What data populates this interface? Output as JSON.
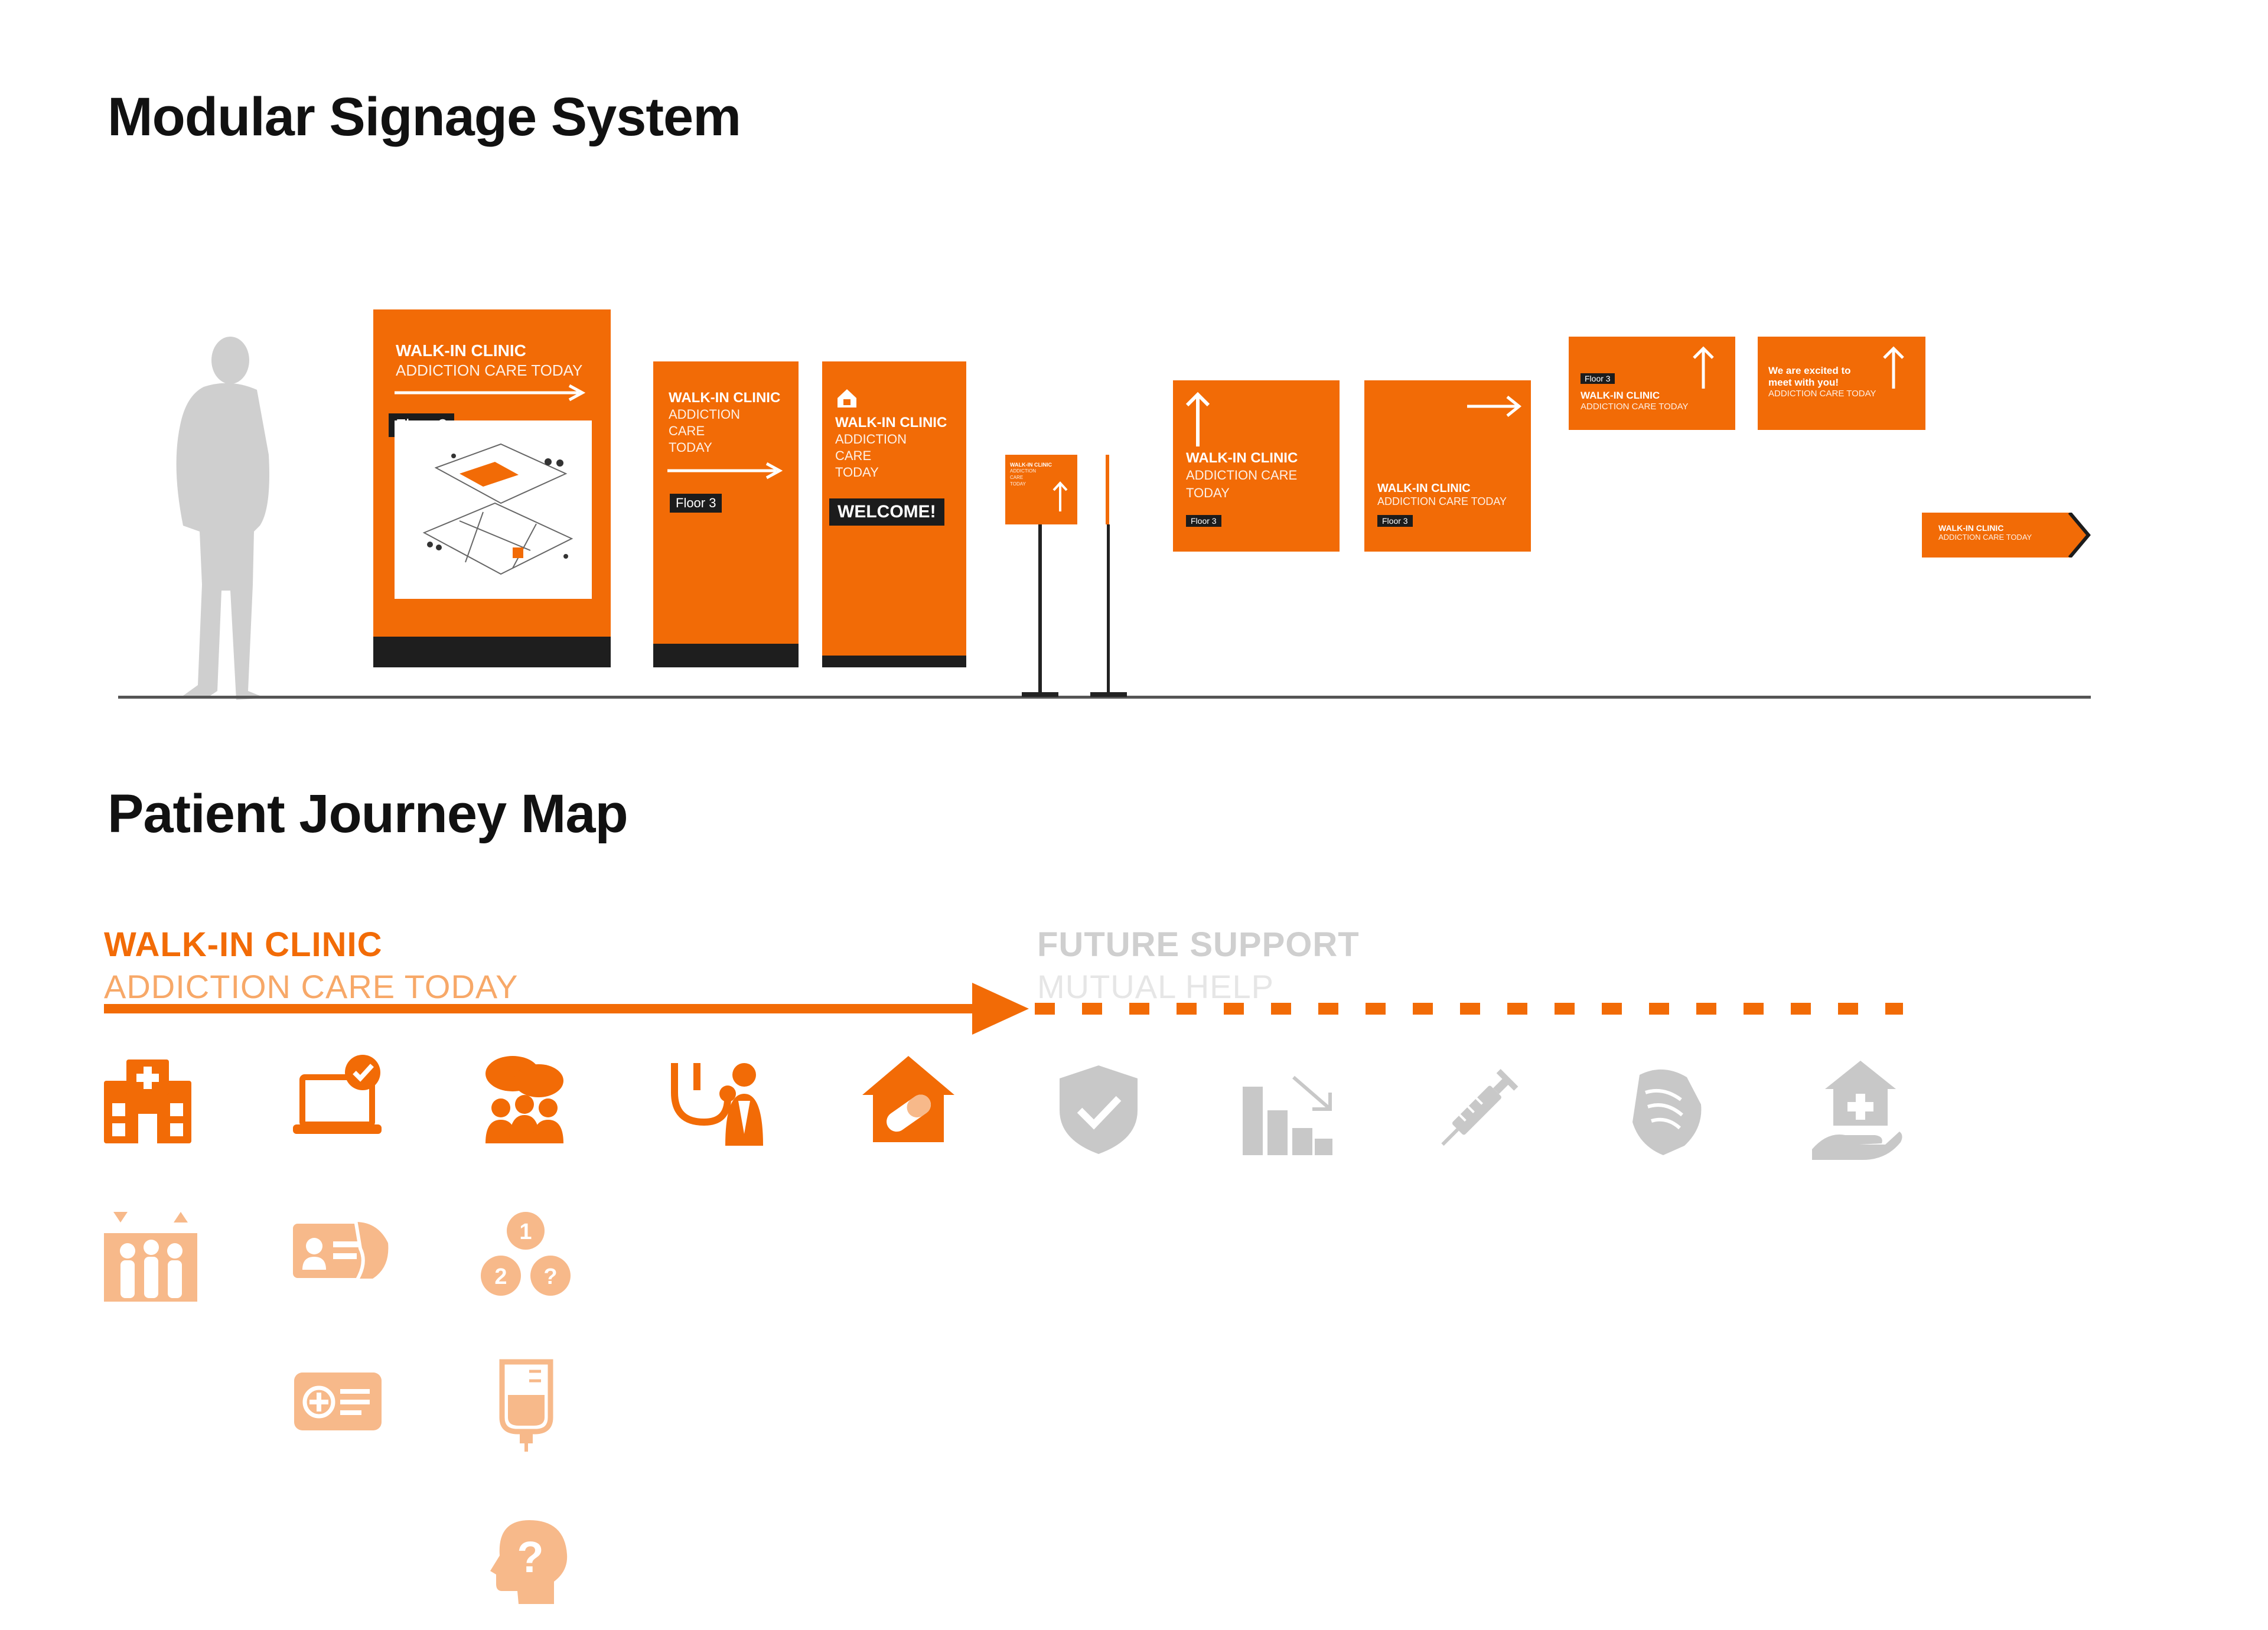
{
  "headings": {
    "signage": "Modular Signage System",
    "journey": "Patient Journey Map"
  },
  "signs": {
    "common_title": "WALK-IN CLINIC",
    "common_sub": "ADDICTION CARE TODAY",
    "sub_lines": [
      "ADDICTION",
      "CARE",
      "TODAY"
    ],
    "sub_two_lines": [
      "ADDICTION CARE",
      "TODAY"
    ],
    "floor": "Floor 3",
    "welcome": "WELCOME!",
    "excited_lines": [
      "We are excited to",
      "meet with you!"
    ]
  },
  "journey": {
    "current_title": "WALK-IN CLINIC",
    "current_sub": "ADDICTION CARE TODAY",
    "future_title": "FUTURE SUPPORT",
    "future_sub": "MUTUAL HELP",
    "progress": {
      "solid_fraction": 0.4,
      "label": "walk-in phase shown as solid arrow, future as dashed"
    }
  },
  "colors": {
    "accent": "#f26b06",
    "accent_light": "#f7b98a",
    "future_gray": "#c8c8c8",
    "dark": "#1c1c1c",
    "silhouette": "#cfcfcf"
  },
  "icons": {
    "row1": [
      "hospital-icon",
      "laptop-check-icon",
      "group-chat-icon",
      "stethoscope-doctor-icon",
      "home-pill-icon",
      "shield-check-icon",
      "decline-chart-icon",
      "syringe-icon",
      "handshake-icon",
      "hand-home-icon"
    ],
    "column_sub": [
      "family-icon",
      "id-card-hand-icon",
      "numbered-steps-icon",
      "insurance-card-icon",
      "iv-bag-icon",
      "head-question-icon"
    ]
  }
}
